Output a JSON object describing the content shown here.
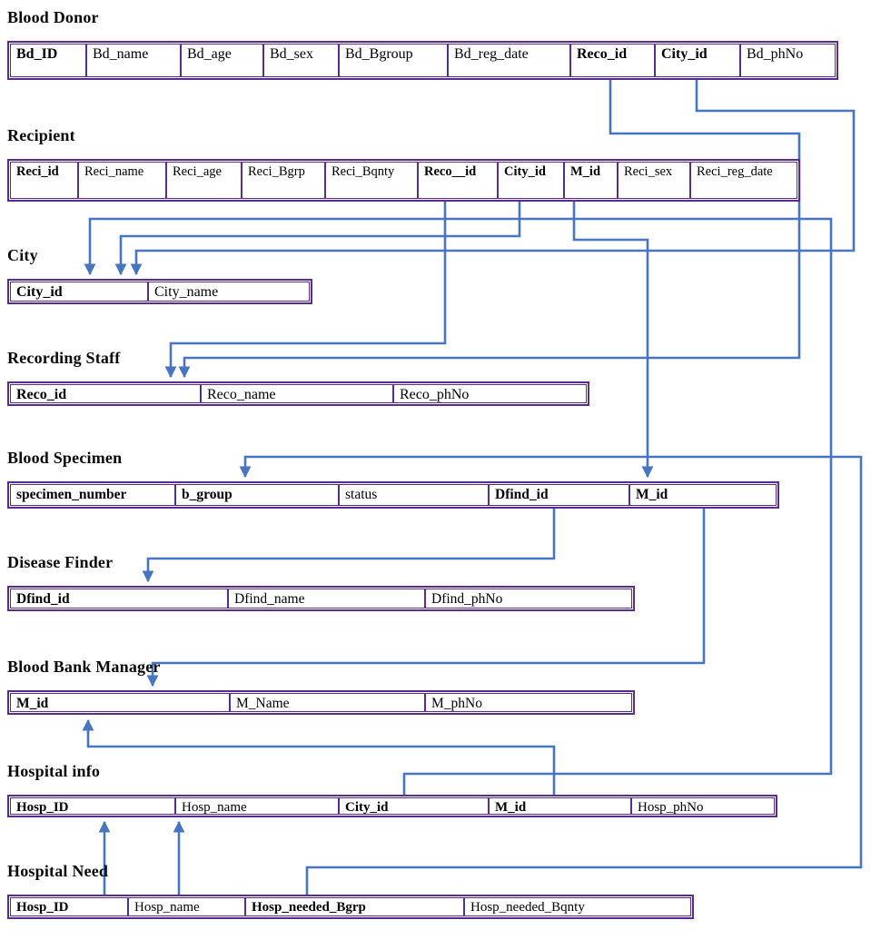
{
  "diagram": {
    "tables": [
      {
        "title": "Blood Donor",
        "fields": [
          {
            "label": "Bd_ID",
            "key": true
          },
          {
            "label": "Bd_name"
          },
          {
            "label": "Bd_age"
          },
          {
            "label": "Bd_sex"
          },
          {
            "label": "Bd_Bgroup"
          },
          {
            "label": "Bd_reg_date"
          },
          {
            "label": "Reco_id",
            "key": true
          },
          {
            "label": "City_id",
            "key": true
          },
          {
            "label": "Bd_phNo"
          }
        ]
      },
      {
        "title": "Recipient",
        "fields": [
          {
            "label": "Reci_id",
            "key": true
          },
          {
            "label": "Reci_name"
          },
          {
            "label": "Reci_age"
          },
          {
            "label": "Reci_Bgrp"
          },
          {
            "label": "Reci_Bqnty"
          },
          {
            "label": "Reco__id",
            "key": true
          },
          {
            "label": "City_id",
            "key": true
          },
          {
            "label": "M_id",
            "key": true
          },
          {
            "label": "Reci_sex"
          },
          {
            "label": "Reci_reg_date"
          }
        ]
      },
      {
        "title": "City",
        "fields": [
          {
            "label": "City_id",
            "key": true
          },
          {
            "label": "City_name"
          }
        ]
      },
      {
        "title": "Recording Staff",
        "fields": [
          {
            "label": "Reco_id",
            "key": true
          },
          {
            "label": "Reco_name"
          },
          {
            "label": "Reco_phNo"
          }
        ]
      },
      {
        "title": "Blood Specimen",
        "fields": [
          {
            "label": "specimen_number",
            "key": true
          },
          {
            "label": "b_group",
            "key": true
          },
          {
            "label": "status"
          },
          {
            "label": "Dfind_id",
            "key": true
          },
          {
            "label": "M_id",
            "key": true
          }
        ]
      },
      {
        "title": "Disease Finder",
        "fields": [
          {
            "label": "Dfind_id",
            "key": true
          },
          {
            "label": "Dfind_name"
          },
          {
            "label": "Dfind_phNo"
          }
        ]
      },
      {
        "title": "Blood Bank Manager",
        "fields": [
          {
            "label": "M_id",
            "key": true
          },
          {
            "label": "M_Name"
          },
          {
            "label": "M_phNo"
          }
        ]
      },
      {
        "title": "Hospital info",
        "fields": [
          {
            "label": "Hosp_ID",
            "key": true
          },
          {
            "label": "Hosp_name"
          },
          {
            "label": "City_id",
            "key": true
          },
          {
            "label": "M_id",
            "key": true
          },
          {
            "label": "Hosp_phNo"
          }
        ]
      },
      {
        "title": "Hospital Need",
        "fields": [
          {
            "label": "Hosp_ID",
            "key": true
          },
          {
            "label": "Hosp_name"
          },
          {
            "label": "Hosp_needed_Bgrp",
            "key": true
          },
          {
            "label": "Hosp_needed_Bqnty"
          }
        ]
      }
    ],
    "relationships": [
      {
        "id": "bd-reco",
        "from": "Blood Donor.Reco_id",
        "to": "Recording Staff.Reco_id"
      },
      {
        "id": "bd-city",
        "from": "Blood Donor.City_id",
        "to": "City.City_id"
      },
      {
        "id": "reci-reco",
        "from": "Recipient.Reco__id",
        "to": "Recording Staff.Reco_id"
      },
      {
        "id": "reci-city",
        "from": "Recipient.City_id",
        "to": "City.City_id"
      },
      {
        "id": "reci-m",
        "from": "Recipient.M_id",
        "to": "Blood Specimen.M_id"
      },
      {
        "id": "hosp-city",
        "from": "Hospital info.City_id",
        "to": "City.City_id"
      },
      {
        "id": "bs-dfind",
        "from": "Blood Specimen.Dfind_id",
        "to": "Disease Finder.Dfind_id"
      },
      {
        "id": "bs-m",
        "from": "Blood Specimen.M_id",
        "to": "Blood Bank Manager.M_id"
      },
      {
        "id": "hosp-m",
        "from": "Hospital info.M_id",
        "to": "Blood Bank Manager.M_id"
      },
      {
        "id": "need-id",
        "from": "Hospital Need.Hosp_ID",
        "to": "Hospital info.Hosp_ID"
      },
      {
        "id": "need-name",
        "from": "Hospital Need.Hosp_name",
        "to": "Hospital info.Hosp_name"
      },
      {
        "id": "need-bgrp",
        "from": "Hospital Need.Hosp_needed_Bgrp",
        "to": "Blood Specimen.b_group"
      }
    ]
  },
  "colors": {
    "table_border": "#5B2C8F",
    "connector": "#4775C2",
    "text": "#000000"
  }
}
